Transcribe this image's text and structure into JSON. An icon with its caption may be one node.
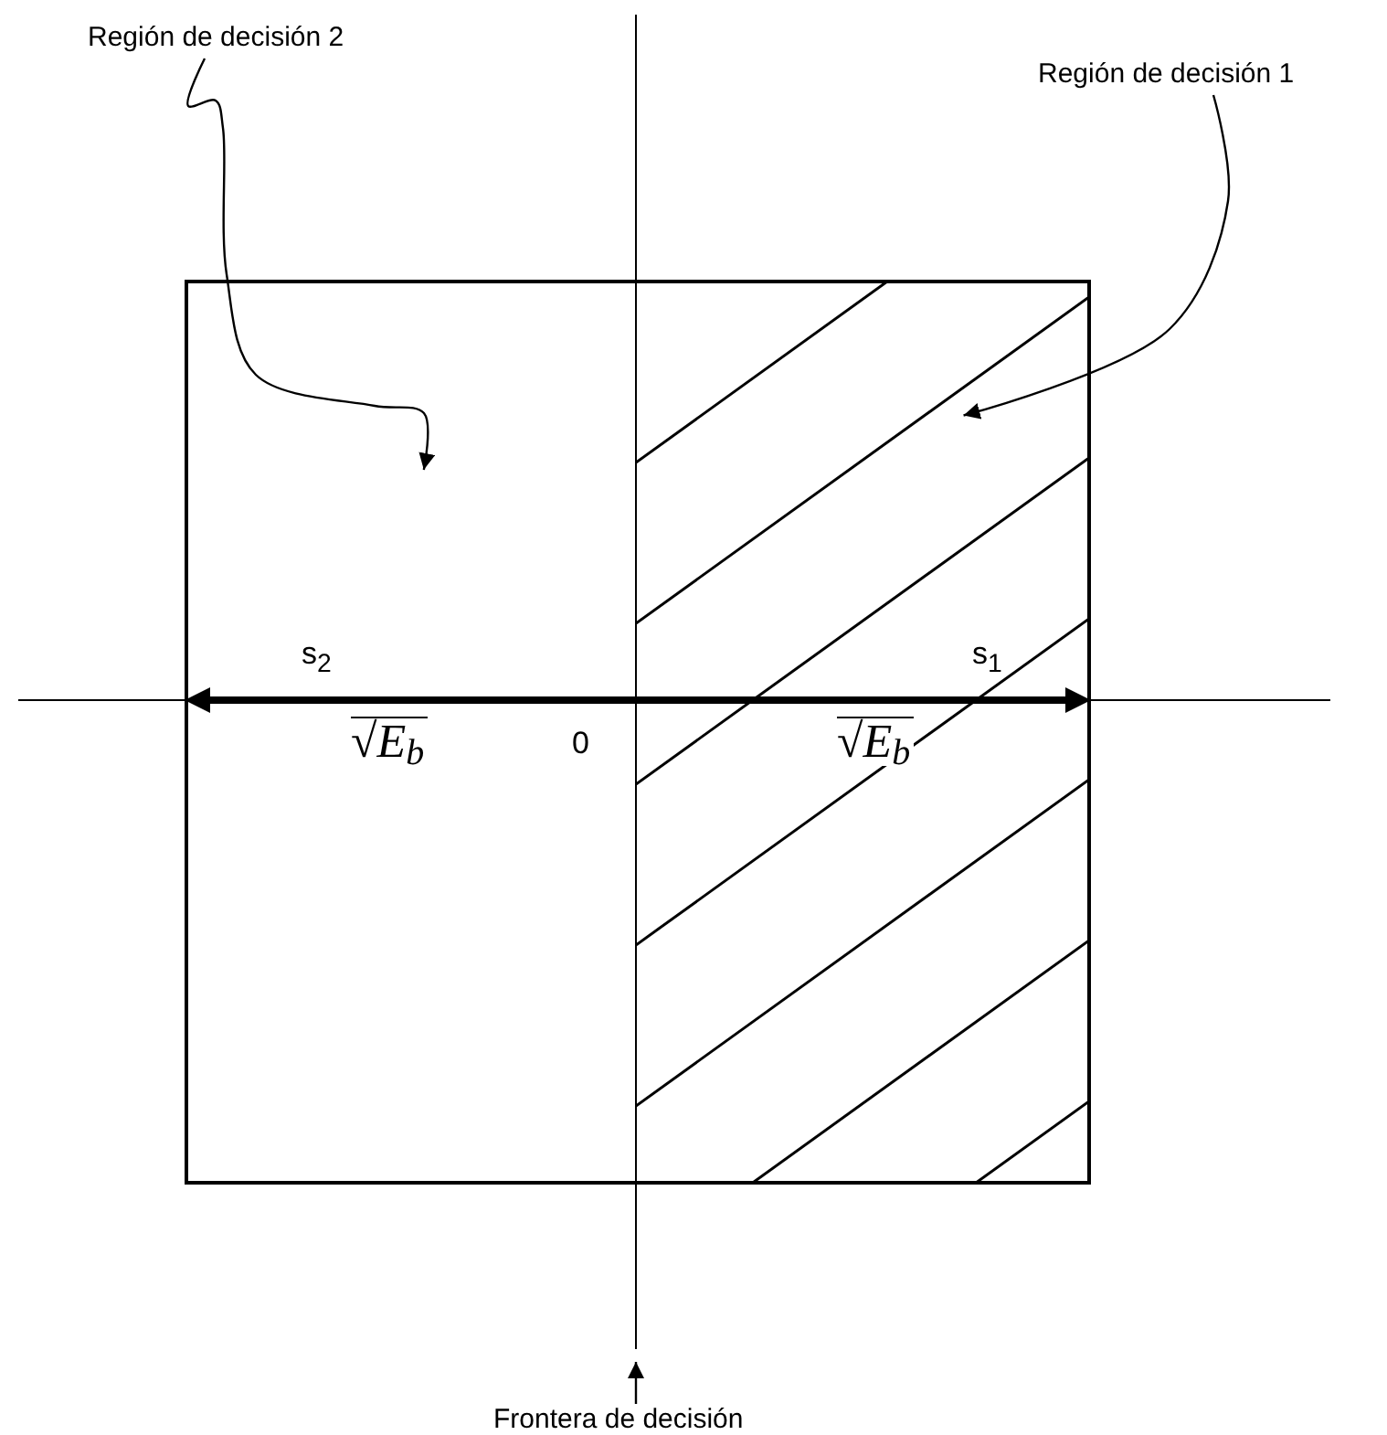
{
  "diagram": {
    "nodes": [
      {
        "text": [
          "Región de decisión 2"
        ]
      },
      {
        "text": [
          "Región de decisión 1"
        ]
      },
      {
        "text": [],
        "shape": "box"
      },
      {
        "text": [],
        "shape": "box"
      },
      {
        "text": [
          "Frontera de decisión"
        ]
      }
    ],
    "edges": [
      {
        "from": 0,
        "to": 2,
        "arrow": "to"
      },
      {
        "from": 1,
        "to": 3,
        "arrow": "to"
      },
      {
        "from": 4,
        "to": null,
        "arrow": "to"
      }
    ],
    "labels": [
      "s$_{2}$",
      "s$_{1}$",
      "0",
      "√E$_{b}$",
      "√E$_{b}$"
    ]
  }
}
